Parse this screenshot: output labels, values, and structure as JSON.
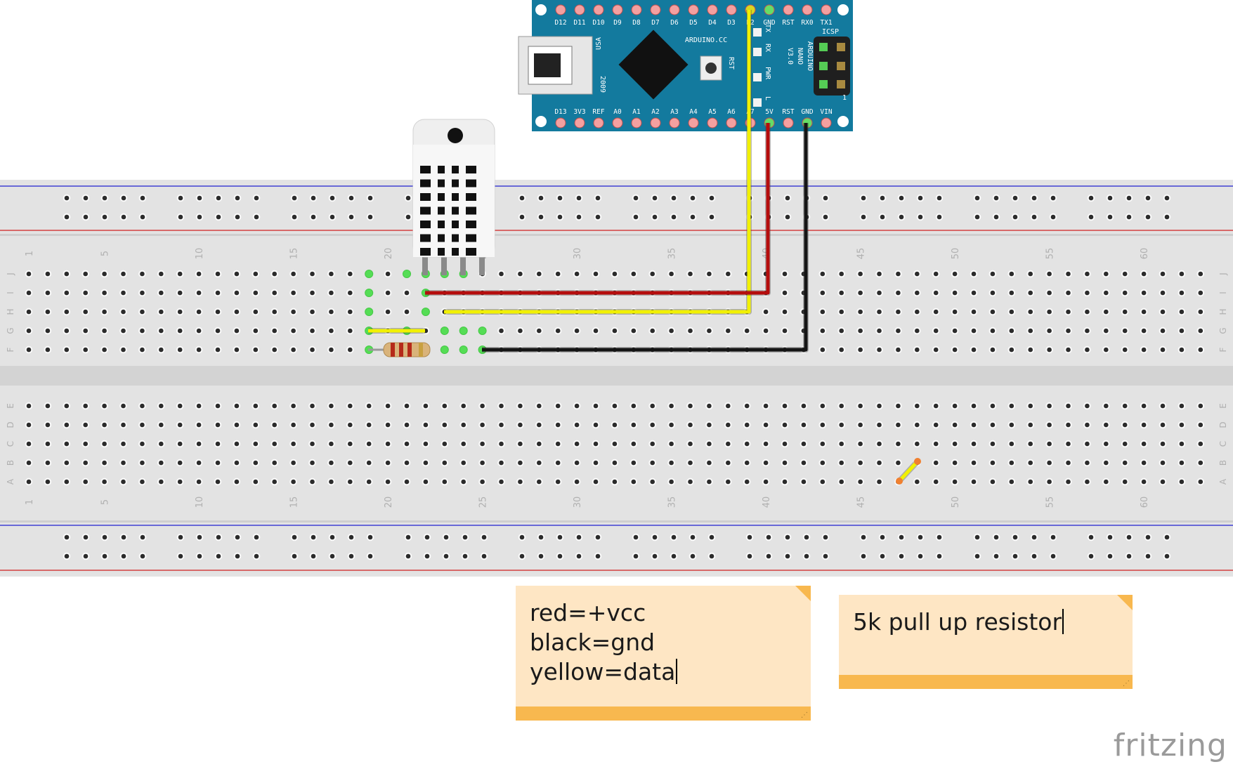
{
  "breadboard": {
    "row_labels_top": [
      "J",
      "I",
      "H",
      "G",
      "F"
    ],
    "row_labels_bottom": [
      "E",
      "D",
      "C",
      "B",
      "A"
    ],
    "column_numbers": [
      "1",
      "5",
      "10",
      "15",
      "20",
      "25",
      "30",
      "35",
      "40",
      "45",
      "50",
      "55",
      "60"
    ],
    "colors": {
      "body": "#e3e3e3",
      "rail_blue": "#2020d0",
      "rail_red": "#d02020",
      "hole": "#2b2b2b"
    }
  },
  "arduino": {
    "top_pins": [
      "D12",
      "D11",
      "D10",
      "D9",
      "D8",
      "D7",
      "D6",
      "D5",
      "D4",
      "D3",
      "D2",
      "GND",
      "RST",
      "RX0",
      "TX1"
    ],
    "bottom_pins": [
      "D13",
      "3V3",
      "REF",
      "A0",
      "A1",
      "A2",
      "A3",
      "A4",
      "A5",
      "A6",
      "A7",
      "5V",
      "RST",
      "GND",
      "VIN"
    ],
    "board_text": [
      "USA",
      "2009",
      "ARDUINO.CC",
      "RST",
      "TX",
      "RX",
      "PWR",
      "L",
      "ARDUINO",
      "NANO",
      "V3.0",
      "ICSP",
      "1"
    ],
    "color": "#137a9e"
  },
  "sensor": {
    "name_icon": "dht22-sensor-icon"
  },
  "wires": {
    "red": "#b50d0d",
    "black": "#151515",
    "yellow": "#f1f000"
  },
  "notes": {
    "left": {
      "lines": "red=+vcc\nblack=gnd\nyellow=data"
    },
    "right": {
      "lines": "5k pull up resistor"
    }
  },
  "brand": "fritzing"
}
